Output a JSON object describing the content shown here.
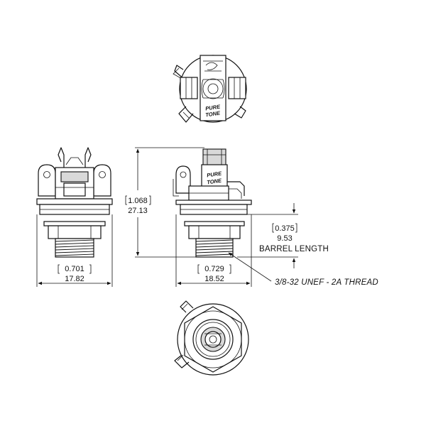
{
  "brand": {
    "line1": "PURE",
    "line2": "TONE"
  },
  "dimensions": {
    "front_width": {
      "inches": "0.701",
      "mm": "17.82"
    },
    "side_width": {
      "inches": "0.729",
      "mm": "18.52"
    },
    "overall_height": {
      "inches": "1.068",
      "mm": "27.13"
    },
    "barrel": {
      "inches": "0.375",
      "mm": "9.53",
      "label": "BARREL LENGTH"
    }
  },
  "thread_note": "3/8-32 UNEF - 2A THREAD",
  "colors": {
    "line": "#111111",
    "fill_grey": "#d9d9d9",
    "background": "#ffffff"
  },
  "icons": [
    "jack-top-view",
    "jack-front-view",
    "jack-side-view",
    "jack-bottom-view"
  ]
}
